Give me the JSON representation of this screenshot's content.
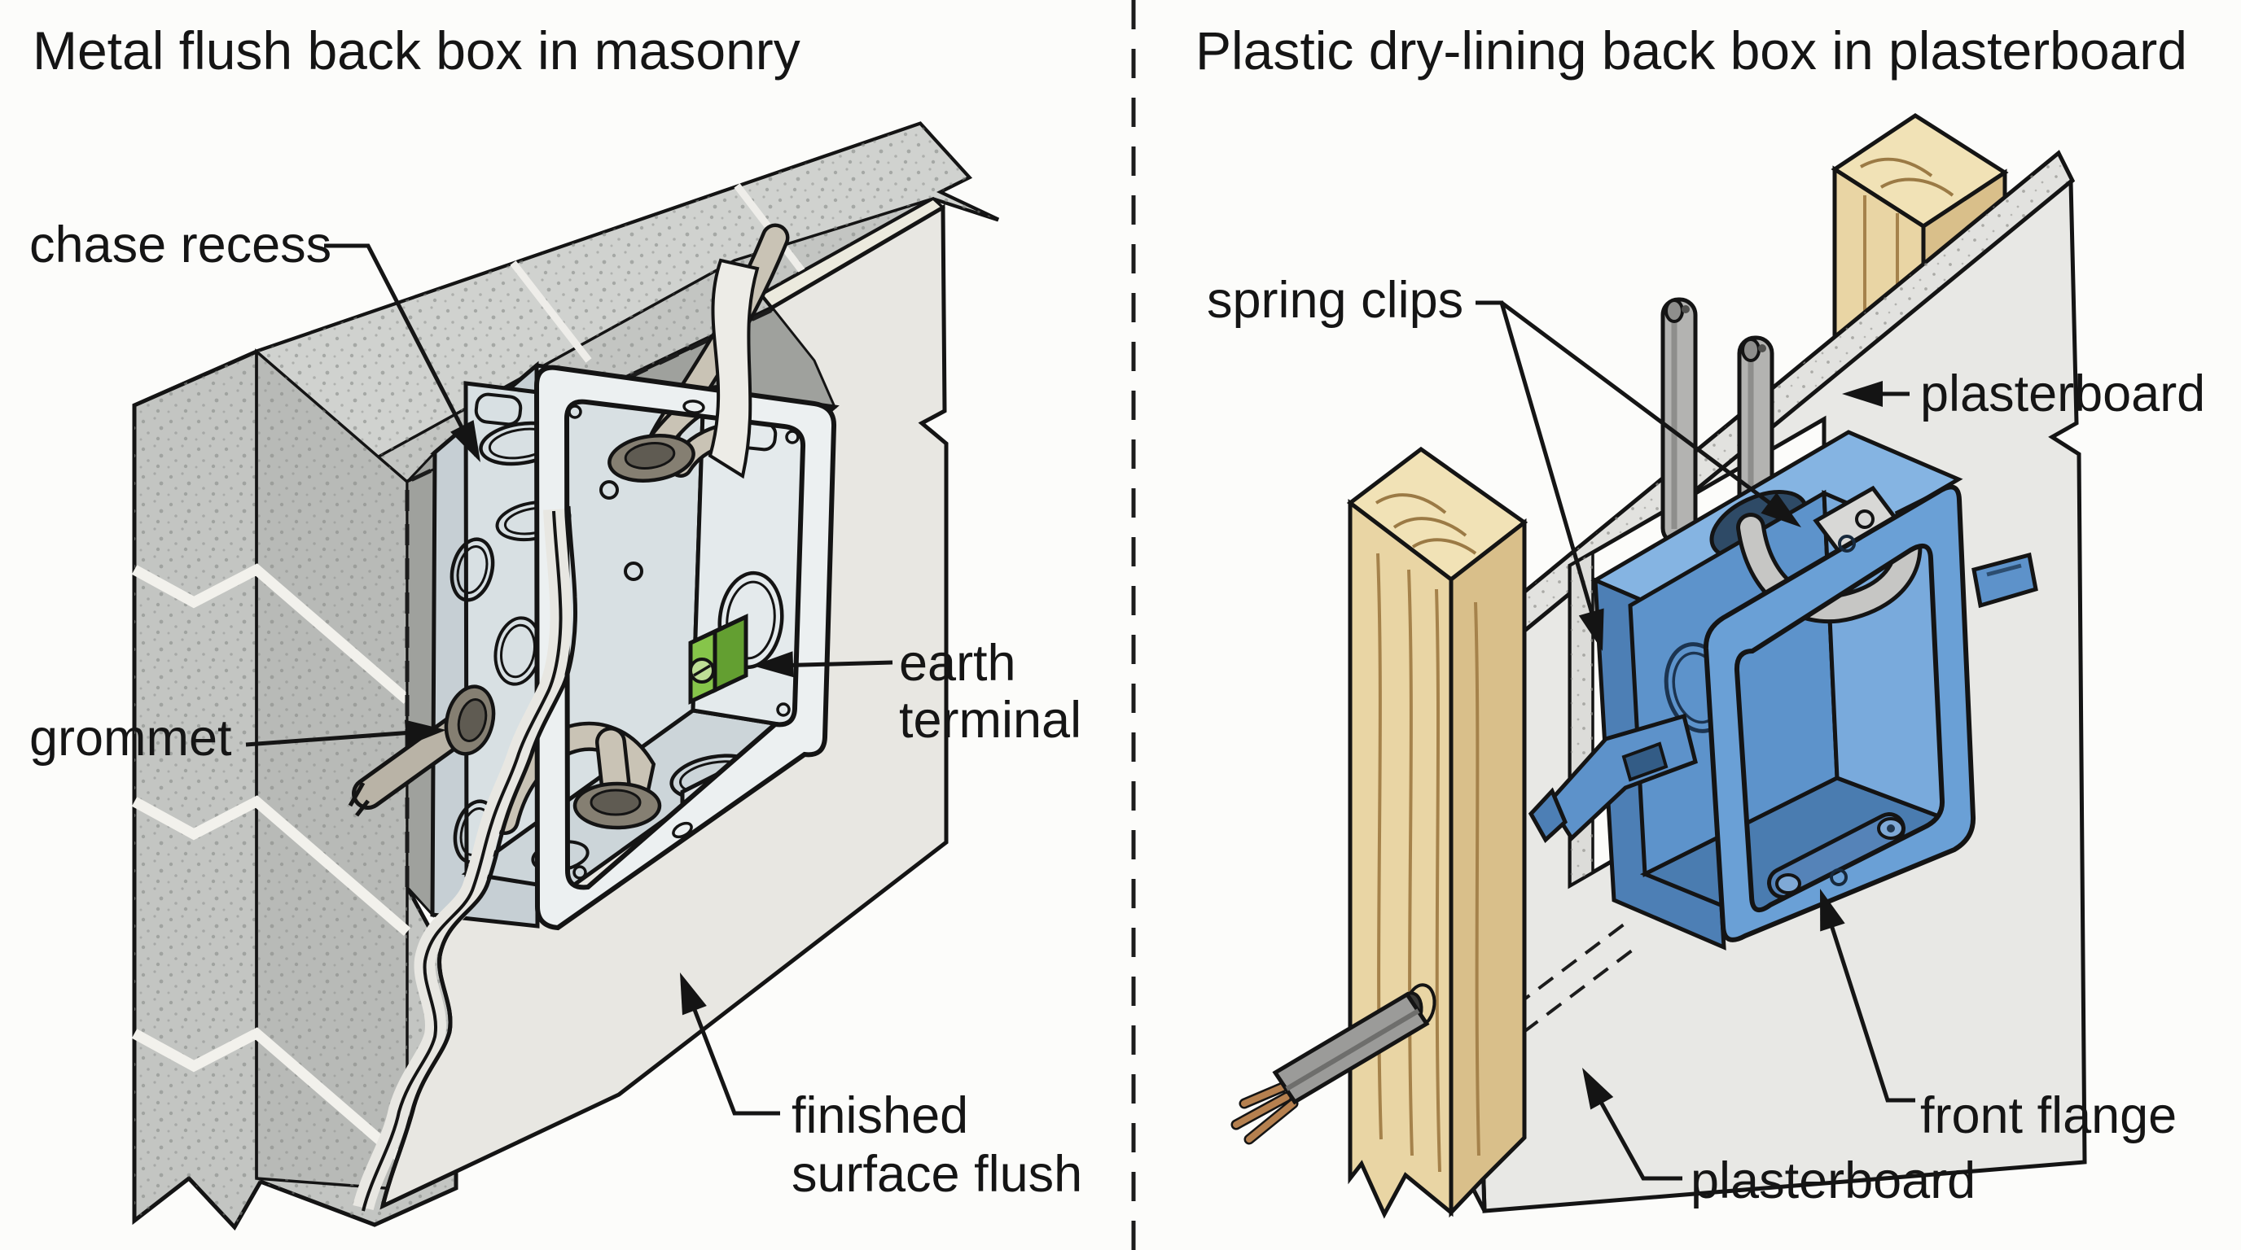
{
  "diagram": {
    "left": {
      "title": "Metal flush back box in masonry",
      "labels": {
        "chase_recess": "chase recess",
        "grommet": "grommet",
        "earth_1": "earth",
        "earth_2": "terminal",
        "finished_1": "finished",
        "finished_2": "surface flush"
      }
    },
    "right": {
      "title": "Plastic dry-lining back box in plasterboard",
      "labels": {
        "spring_clips": "spring clips",
        "plasterboard_top": "plasterboard",
        "front_flange": "front flange",
        "plasterboard_bottom": "plasterboard"
      }
    },
    "colors": {
      "background": "#fcfcfa",
      "masonry": "#c7c9c6",
      "masonry_top": "#cfd1ce",
      "chase_dark": "#9fa19d",
      "plaster_face": "#e8e7e2",
      "metal_box": "#d9e0e3",
      "earth_green": "#86c54a",
      "grommet_ring": "#857f72",
      "cable_tan": "#c9c3b5",
      "wood": "#e9d5a4",
      "plasterboard": "#e7e7e4",
      "box_blue": "#5d92ca",
      "box_blue_dark": "#4d7fb5",
      "cable_gray": "#b3b3b1",
      "copper": "#b5804f",
      "outline": "#141414"
    }
  }
}
